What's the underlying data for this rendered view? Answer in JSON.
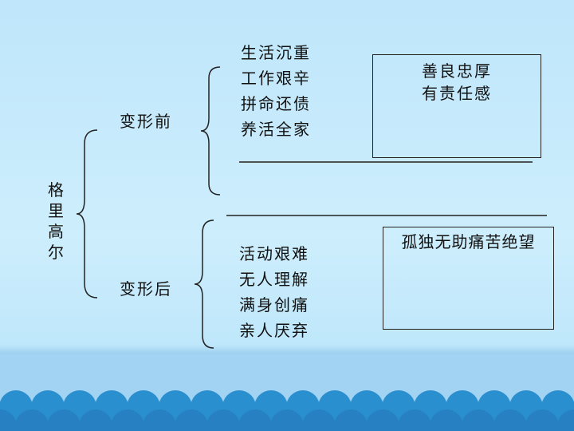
{
  "root": {
    "chars": [
      "格",
      "里",
      "高",
      "尔"
    ]
  },
  "before": {
    "label": "变形前",
    "items": [
      "生活沉重",
      "工作艰辛",
      "拼命还债",
      "养活全家"
    ],
    "box_lines": [
      "善良忠厚",
      "有责任感"
    ]
  },
  "after": {
    "label": "变形后",
    "items": [
      "活动艰难",
      "无人理解",
      "满身创痛",
      "亲人厌弃"
    ],
    "box_lines": [
      "孤独无助痛苦绝望"
    ]
  },
  "colors": {
    "background": "#c8ebfb",
    "waves": "#2a8fcf",
    "band": "#a3d3f2"
  }
}
